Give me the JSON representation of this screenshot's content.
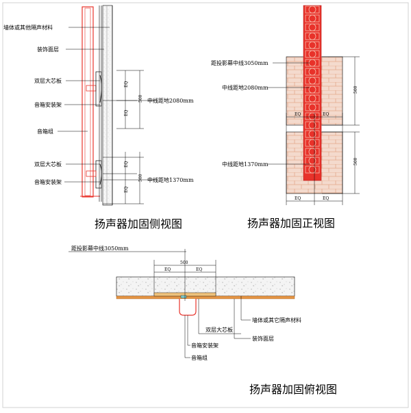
{
  "side_view": {
    "labels": {
      "wall_material": "墙体或其他隔声材料",
      "finish_layer": "装饰面层",
      "double_board_top": "双层大芯板",
      "bracket_top": "音箱安装架",
      "speaker_group": "音箱组",
      "double_board_bottom": "双层大芯板",
      "bracket_bottom": "音箱安装架",
      "center_2080": "中线距地2080mm",
      "center_1370": "中线距地1370mm"
    },
    "dims": {
      "eq": "EQ",
      "d500": "500"
    },
    "title": "扬声器加固侧视图"
  },
  "front_view": {
    "labels": {
      "dist_screen": "距投影幕中线3050mm",
      "center_2080": "中线距地2080mm",
      "center_1370": "中线距地1370mm"
    },
    "dims": {
      "eq": "EQ",
      "d500": "500"
    },
    "title": "扬声器加固正视图"
  },
  "top_view": {
    "labels": {
      "dist_screen": "距投影幕中线3050mm",
      "wall_material": "墙体或其它隔声材料",
      "double_board": "双层大芯板",
      "finish_layer": "装饰面层",
      "bracket": "音箱安装架",
      "speaker_group": "音箱组"
    },
    "dims": {
      "eq": "EQ",
      "d500": "500"
    },
    "title": "扬声器加固俯视图"
  },
  "colors": {
    "accent": "#e8322a",
    "brick": "#f2d6c8",
    "mortar": "#e8a887",
    "board": "#e49545"
  }
}
